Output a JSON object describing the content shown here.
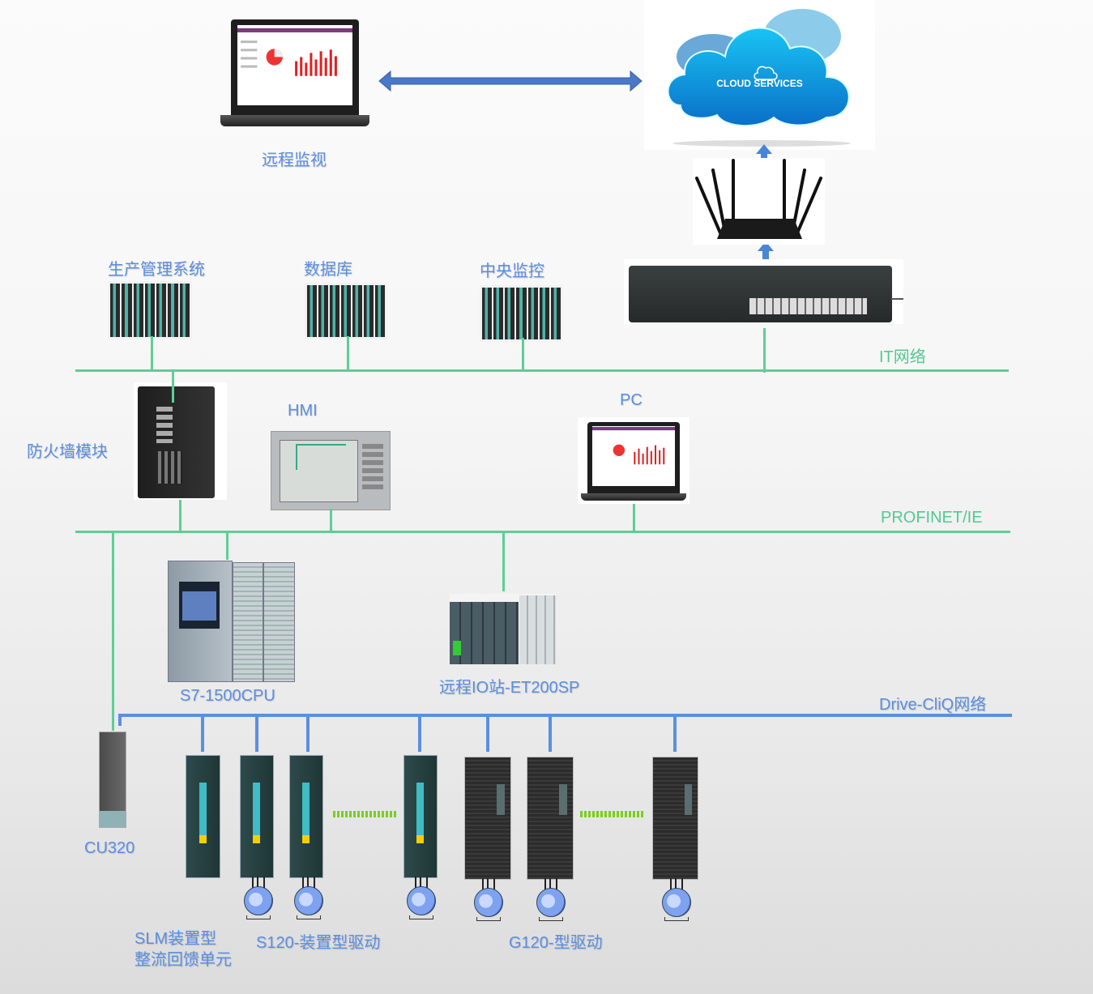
{
  "top": {
    "remote_monitor_label": "远程监视",
    "cloud_label": "CLOUD SERVICES"
  },
  "it_network": {
    "label": "IT网络",
    "nodes": [
      "生产管理系统",
      "数据库",
      "中央监控"
    ]
  },
  "profinet": {
    "label": "PROFINET/IE",
    "firewall_label": "防火墙模块",
    "hmi_label": "HMI",
    "pc_label": "PC"
  },
  "controllers": {
    "cpu_label": "S7-1500CPU",
    "io_label": "远程IO站-ET200SP"
  },
  "drive_cliq": {
    "label": "Drive-CliQ网络",
    "cu_label": "CU320",
    "slm_label_line1": "SLM装置型",
    "slm_label_line2": "整流回馈单元",
    "s120_label": "S120-装置型驱动",
    "g120_label": "G120-型驱动"
  },
  "colors": {
    "it_line": "#5ccf95",
    "profinet_line": "#5ccf95",
    "drive_cliq_line": "#5b8fe0",
    "label_blue": "#5b8fe0",
    "label_green": "#54c98f"
  }
}
